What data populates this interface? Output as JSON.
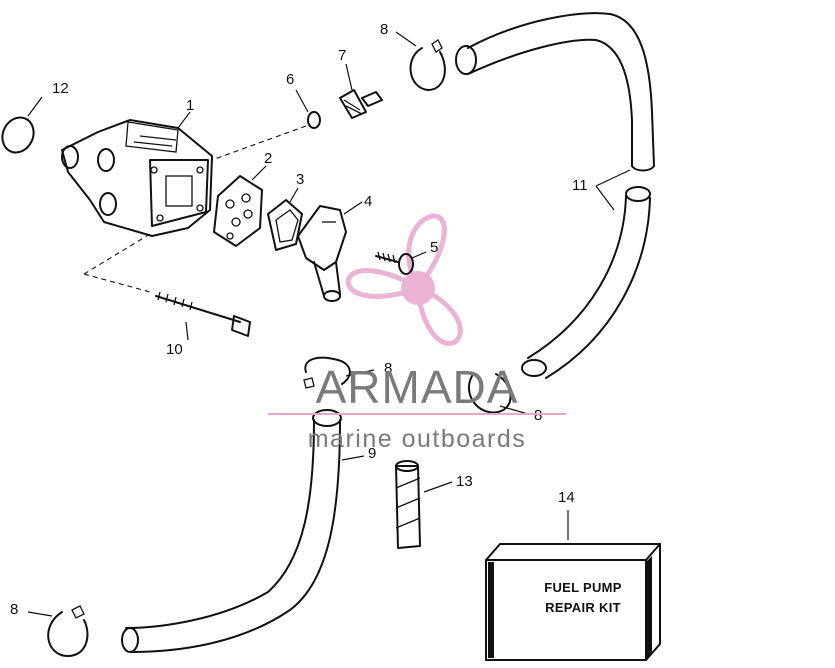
{
  "callouts": [
    {
      "id": "c1",
      "text": "1"
    },
    {
      "id": "c2",
      "text": "2"
    },
    {
      "id": "c3",
      "text": "3"
    },
    {
      "id": "c4",
      "text": "4"
    },
    {
      "id": "c5",
      "text": "5"
    },
    {
      "id": "c6",
      "text": "6"
    },
    {
      "id": "c7",
      "text": "7"
    },
    {
      "id": "c8a",
      "text": "8"
    },
    {
      "id": "c8b",
      "text": "8"
    },
    {
      "id": "c8c",
      "text": "8"
    },
    {
      "id": "c8d",
      "text": "8"
    },
    {
      "id": "c9",
      "text": "9"
    },
    {
      "id": "c10",
      "text": "10"
    },
    {
      "id": "c11",
      "text": "11"
    },
    {
      "id": "c12",
      "text": "12"
    },
    {
      "id": "c13",
      "text": "13"
    },
    {
      "id": "c14",
      "text": "14"
    }
  ],
  "repair_kit": {
    "line1": "FUEL PUMP",
    "line2": "REPAIR KIT"
  },
  "watermark": {
    "title": "ARMADA",
    "subtitle": "marine outboards",
    "logo_icon": "propeller-icon",
    "logo_color": "#e8a6cc",
    "text_color": "#7a7a7a"
  }
}
